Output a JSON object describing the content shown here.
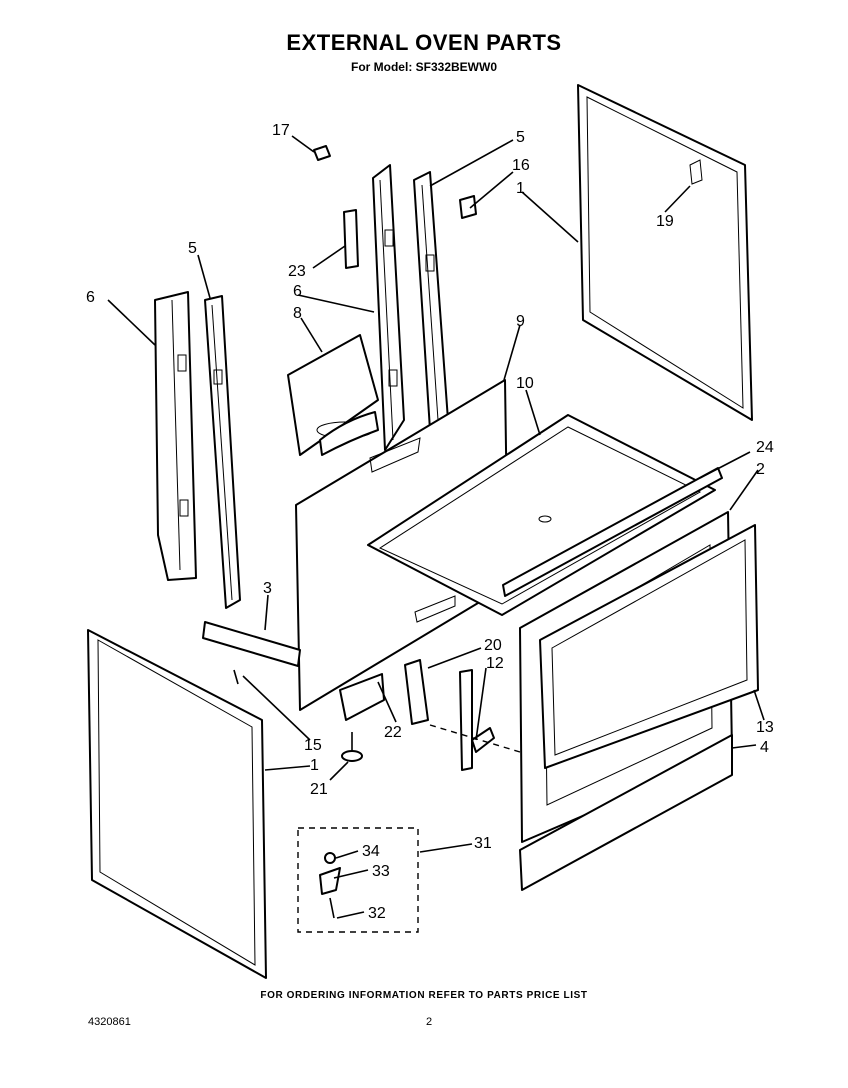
{
  "title": "EXTERNAL OVEN PARTS",
  "subtitle": "For Model: SF332BEWW0",
  "footer": "FOR ORDERING INFORMATION REFER TO PARTS PRICE LIST",
  "doc_number": "4320861",
  "page_number": "2",
  "callouts": {
    "c17": "17",
    "c5a": "5",
    "c16": "16",
    "c1a": "1",
    "c19": "19",
    "c23": "23",
    "c5b": "5",
    "c6a": "6",
    "c6b": "6",
    "c8": "8",
    "c9": "9",
    "c10": "10",
    "c24": "24",
    "c2": "2",
    "c3": "3",
    "c20": "20",
    "c12": "12",
    "c15": "15",
    "c1b": "1",
    "c21": "21",
    "c22": "22",
    "c13": "13",
    "c4": "4",
    "c31": "31",
    "c34": "34",
    "c33": "33",
    "c32": "32"
  }
}
